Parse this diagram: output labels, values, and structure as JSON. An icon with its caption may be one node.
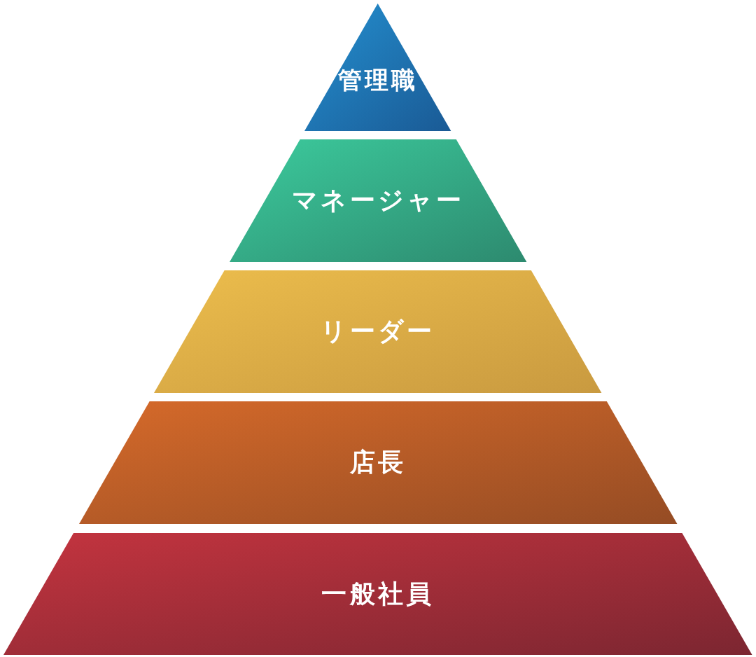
{
  "diagram": {
    "nodes": [
      {
        "text": [
          "管理職"
        ]
      },
      {
        "text": [
          "マネージャー"
        ]
      },
      {
        "text": [
          "リーダー"
        ]
      },
      {
        "text": [
          "店長"
        ]
      },
      {
        "text": [
          "一般社員"
        ]
      }
    ]
  }
}
